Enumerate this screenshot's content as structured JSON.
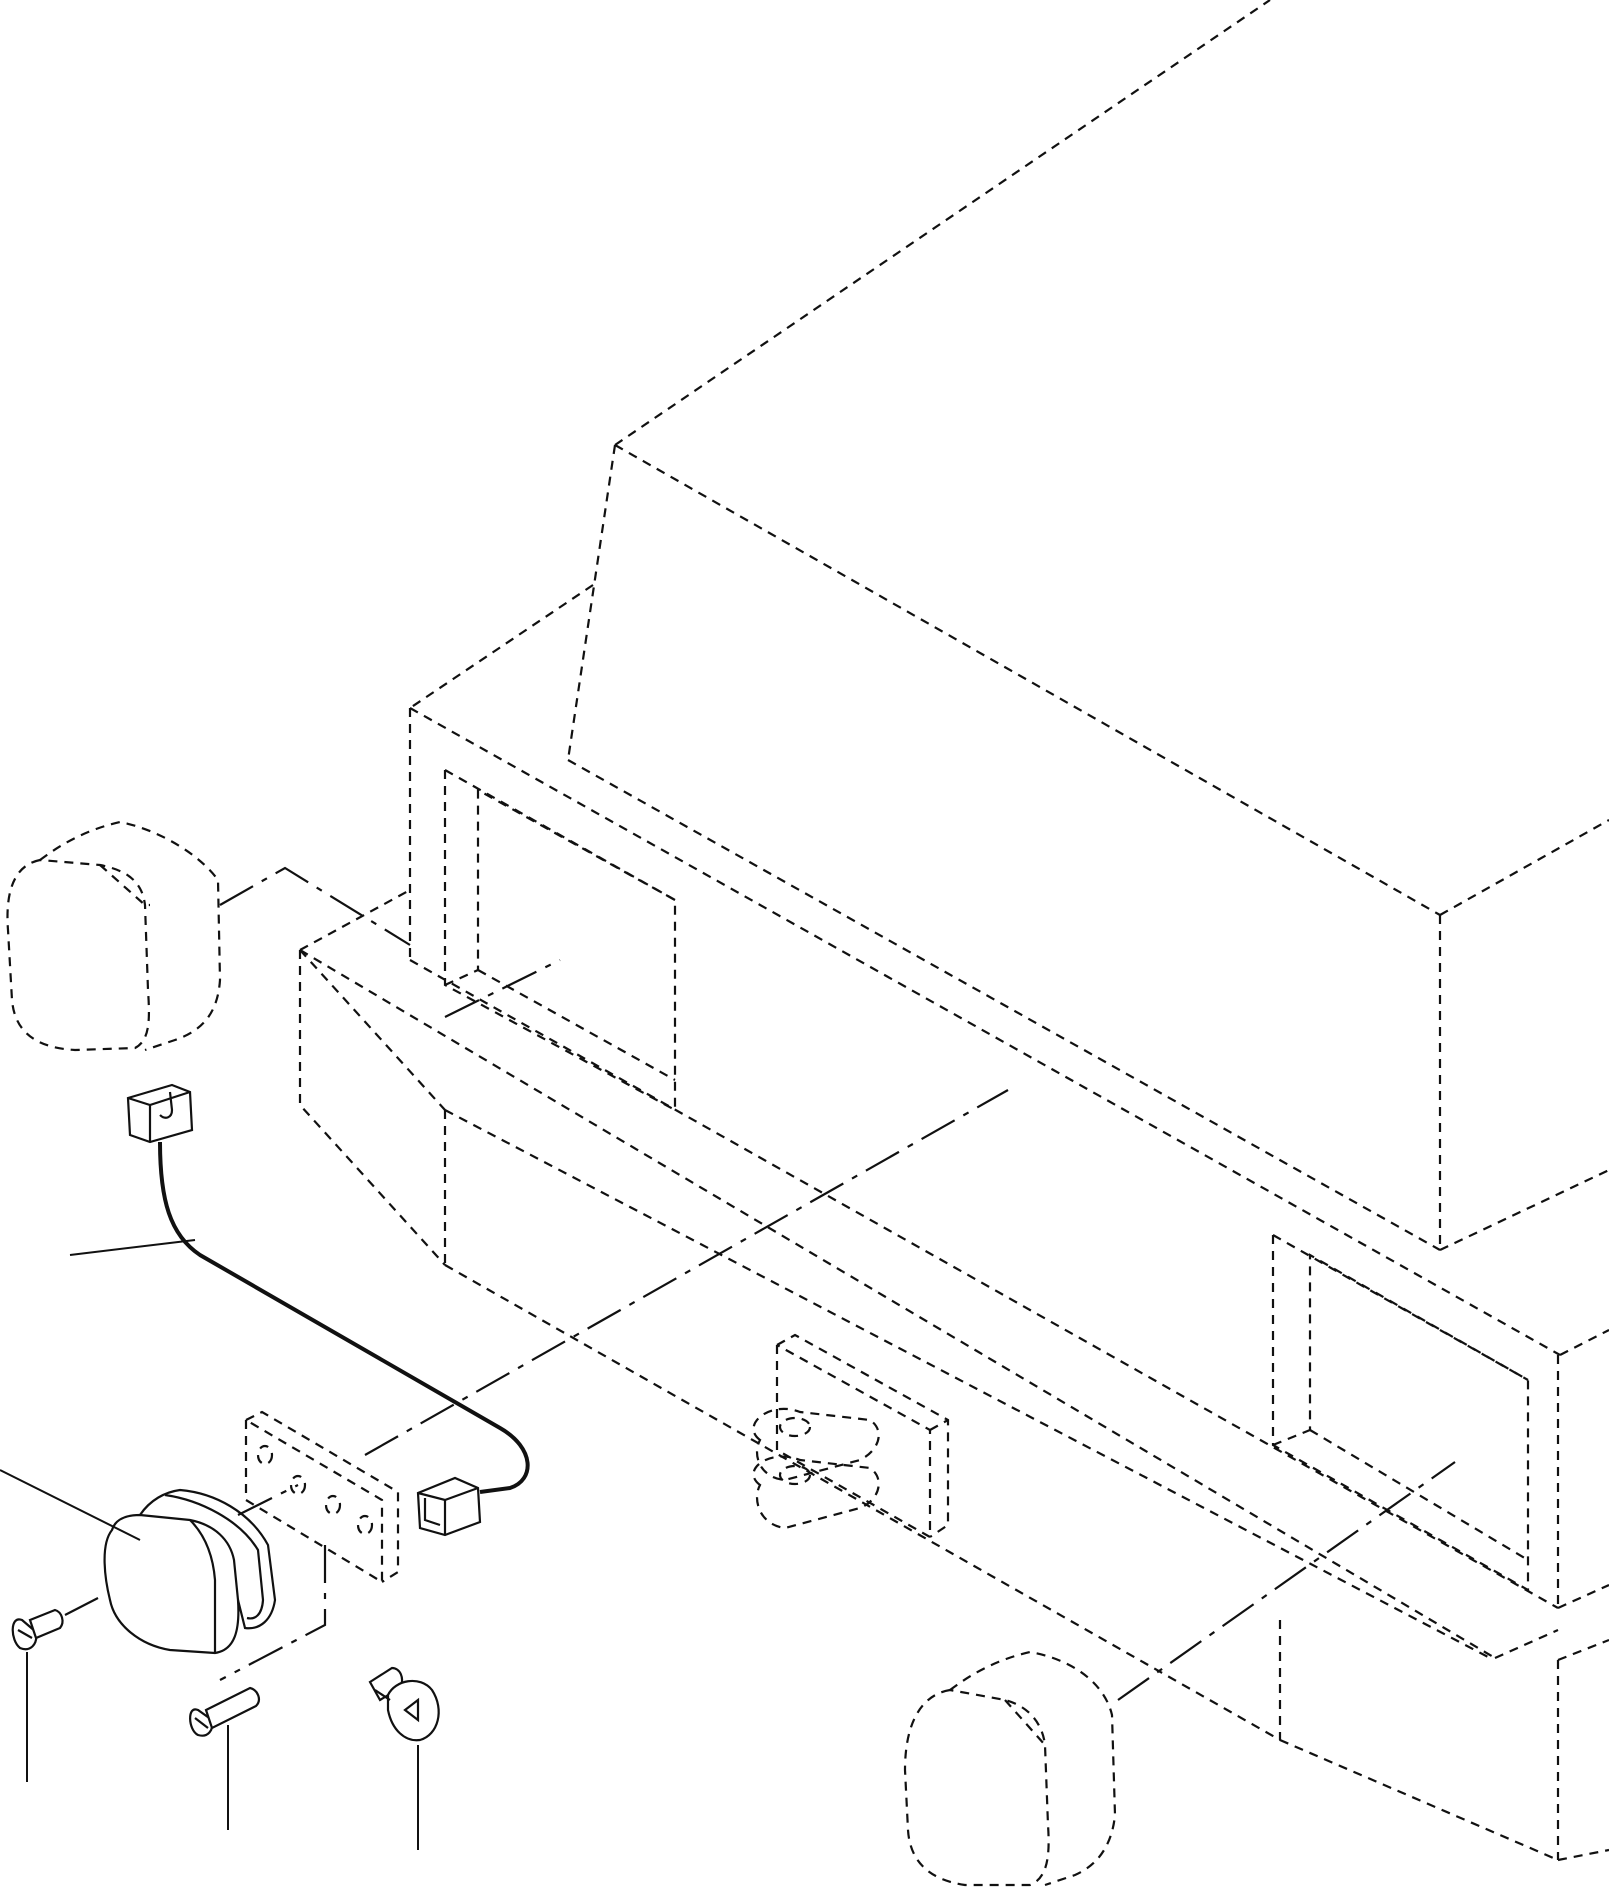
{
  "diagram": {
    "part_callouts": [
      {
        "id": "cable"
      },
      {
        "id": "lamp"
      },
      {
        "id": "screw-short"
      },
      {
        "id": "screw-long"
      },
      {
        "id": "bulb"
      }
    ]
  }
}
